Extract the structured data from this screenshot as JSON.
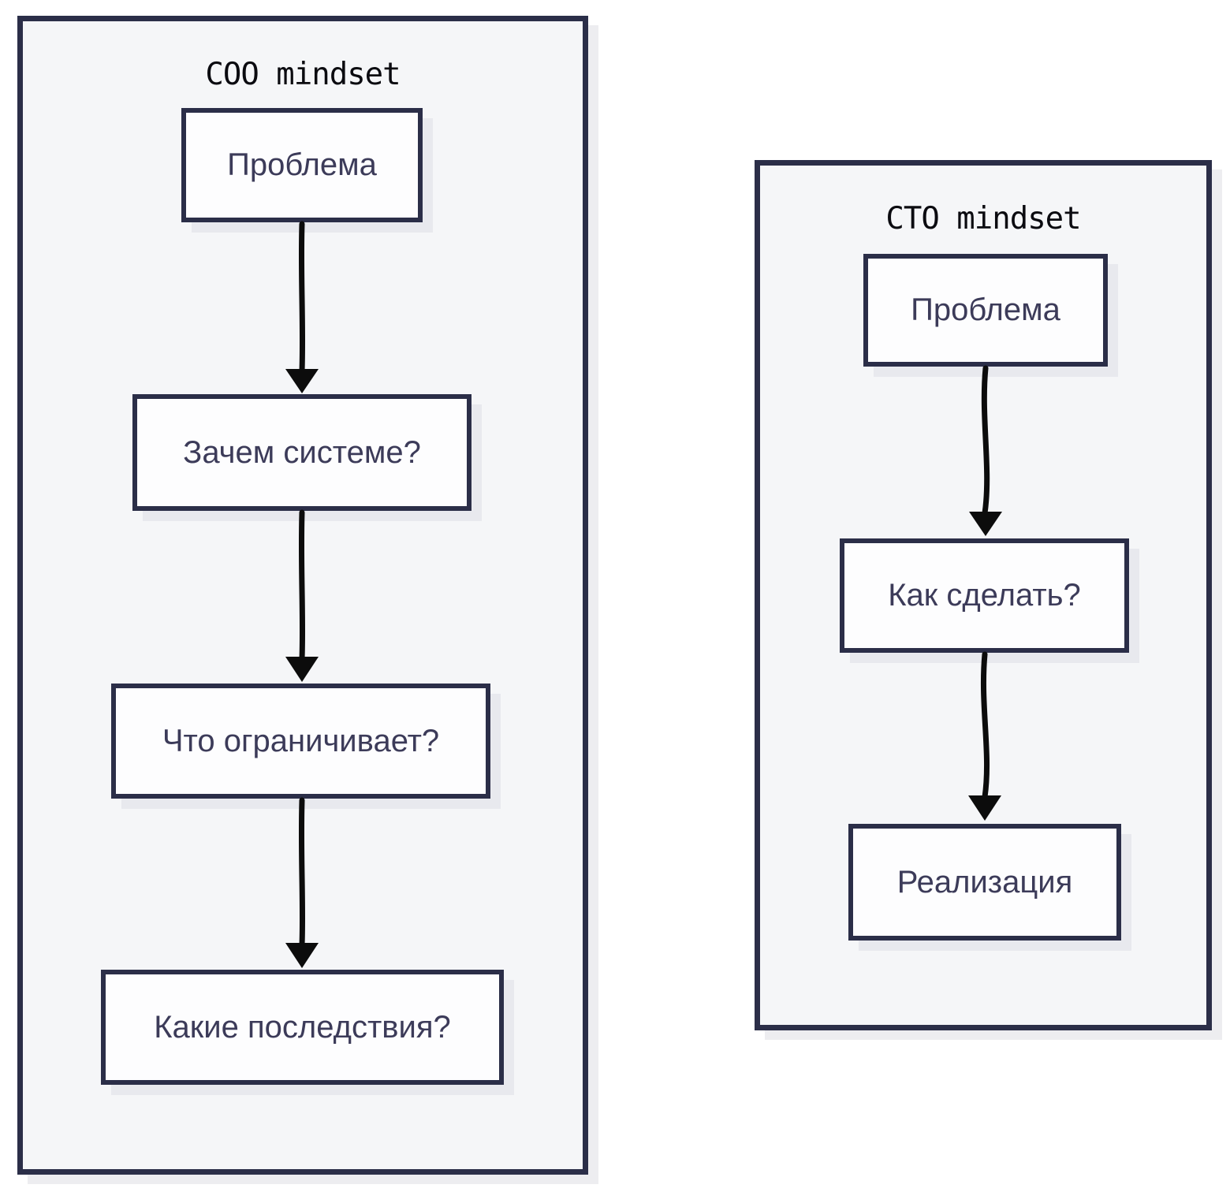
{
  "diagram": {
    "panels": [
      {
        "title": "COO mindset",
        "boxes": [
          {
            "label": "Проблема"
          },
          {
            "label": "Зачем системе?"
          },
          {
            "label": "Что ограничивает?"
          },
          {
            "label": "Какие последствия?"
          }
        ]
      },
      {
        "title": "CTO mindset",
        "boxes": [
          {
            "label": "Проблема"
          },
          {
            "label": "Как сделать?"
          },
          {
            "label": "Реализация"
          }
        ]
      }
    ],
    "icons": [
      {
        "name": "down-arrow-icon",
        "meaning": "flow to next step"
      }
    ],
    "colors": {
      "page_background": "#ffffff",
      "panel_background": "#f5f6f8",
      "box_background": "#fdfdfe",
      "outline": "#2b2e48",
      "box_text": "#3c3b59",
      "title_text": "#0b0b10",
      "arrow": "#0c0c0c",
      "shadow": "#e9e9ee"
    }
  }
}
